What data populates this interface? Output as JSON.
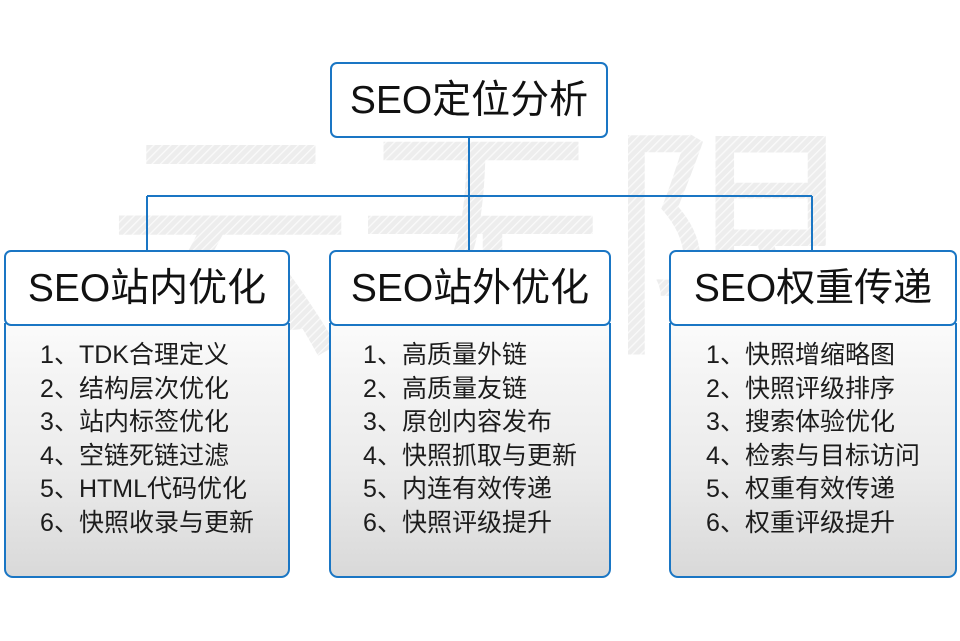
{
  "diagram": {
    "type": "org-tree",
    "root": {
      "label": "SEO定位分析"
    },
    "branches": [
      {
        "header": "SEO站内优化",
        "items": [
          "1、TDK合理定义",
          "2、结构层次优化",
          "3、站内标签优化",
          "4、空链死链过滤",
          "5、HTML代码优化",
          "6、快照收录与更新"
        ]
      },
      {
        "header": "SEO站外优化",
        "items": [
          "1、高质量外链",
          "2、高质量友链",
          "3、原创内容发布",
          "4、快照抓取与更新",
          "5、内连有效传递",
          "6、快照评级提升"
        ]
      },
      {
        "header": "SEO权重传递",
        "items": [
          "1、快照增缩略图",
          "2、快照评级排序",
          "3、搜索体验优化",
          "4、检索与目标访问",
          "5、权重有效传递",
          "6、权重评级提升"
        ]
      }
    ],
    "watermark": {
      "text": "云无限"
    },
    "colors": {
      "border_blue": "#1a76c4",
      "connector_blue": "#1a76c4",
      "text": "#111111",
      "body_gradient_top": "#fbfbfb",
      "body_gradient_bottom": "#d9d9d9",
      "background": "#ffffff",
      "watermark_gray": "#e8e8e8"
    }
  }
}
